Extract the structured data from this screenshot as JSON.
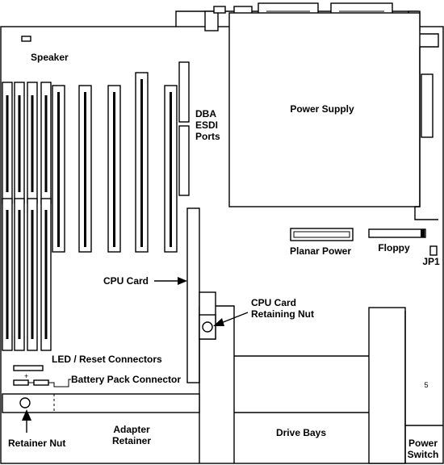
{
  "labels": {
    "speaker": "Speaker",
    "dba_esdi_line1": "DBA",
    "dba_esdi_line2": "ESDI",
    "dba_esdi_line3": "Ports",
    "power_supply": "Power Supply",
    "planar_power": "Planar Power",
    "floppy": "Floppy",
    "jp1": "JP1",
    "cpu_card": "CPU Card",
    "cpu_card_retaining_nut_line1": "CPU Card",
    "cpu_card_retaining_nut_line2": "Retaining Nut",
    "led_reset_connectors": "LED / Reset Connectors",
    "battery_pack_connector": "Battery Pack Connector",
    "retainer_nut": "Retainer Nut",
    "adapter_retainer_line1": "Adapter",
    "adapter_retainer_line2": "Retainer",
    "drive_bays": "Drive Bays",
    "power_switch_line1": "Power",
    "power_switch_line2": "Switch",
    "battery_polarity": "+",
    "corner_mark": "5"
  }
}
